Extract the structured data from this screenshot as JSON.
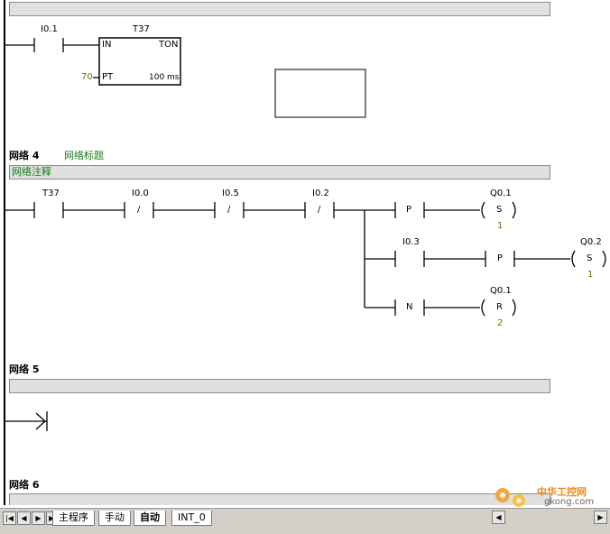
{
  "net3": {
    "contact": "I0.1",
    "timer_name": "T37",
    "timer_in": "IN",
    "timer_type": "TON",
    "timer_pt_value": "70",
    "timer_pt": "PT",
    "timer_base": "100 ms"
  },
  "net4": {
    "title": "网络 4",
    "subtitle": "网络标题",
    "comment": "网络注释",
    "contact_t37": "T37",
    "contact_i00": "I0.0",
    "contact_i05": "I0.5",
    "contact_i02": "I0.2",
    "slash": "/",
    "p": "P",
    "n": "N",
    "contact_i03": "I0.3",
    "coil1_addr": "Q0.1",
    "coil1_op": "S",
    "coil1_n": "1",
    "coil2_addr": "Q0.2",
    "coil2_op": "S",
    "coil2_n": "1",
    "coil3_addr": "Q0.1",
    "coil3_op": "R",
    "coil3_n": "2"
  },
  "net5": {
    "title": "网络 5"
  },
  "net6": {
    "title": "网络 6"
  },
  "tabs": [
    "主程序",
    "手动",
    "自动",
    "INT_0"
  ],
  "active_tab": "自动",
  "nav": {
    "first": "|◀",
    "prev": "◀",
    "next": "▶",
    "last": "▶|"
  },
  "logo": {
    "brand": "中华工控网",
    "domain": "gkong.com"
  }
}
